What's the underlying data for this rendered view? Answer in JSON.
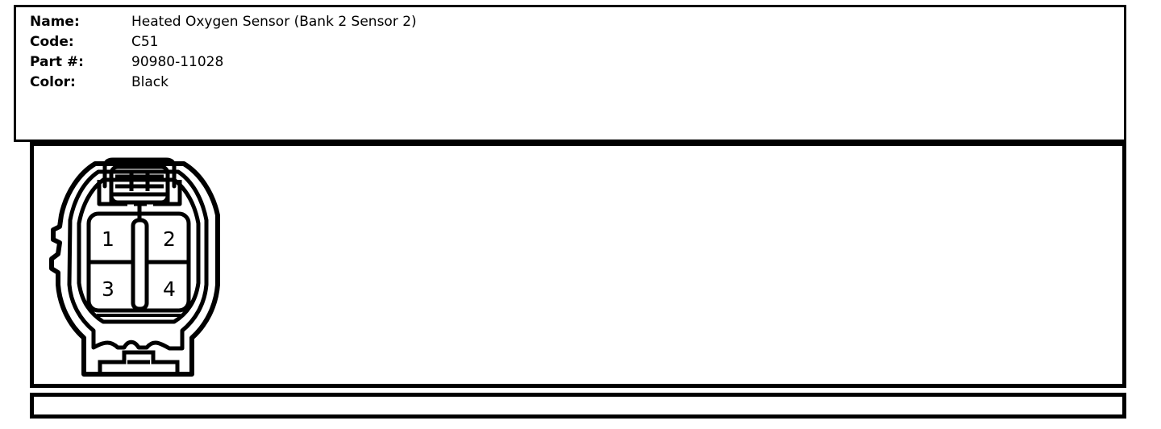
{
  "header": {
    "rows": [
      {
        "label": "Name:",
        "value": "Heated Oxygen Sensor (Bank 2 Sensor 2)"
      },
      {
        "label": "Code:",
        "value": "C51"
      },
      {
        "label": "Part #:",
        "value": "90980-11028"
      },
      {
        "label": "Color:",
        "value": "Black"
      }
    ]
  },
  "diagram": {
    "type": "connector-face-view",
    "description": "Black 4-way automotive connector, front face view with latch on top",
    "cavity_count": 4,
    "pins": [
      {
        "number": "1",
        "position": "top-left"
      },
      {
        "number": "2",
        "position": "top-right"
      },
      {
        "number": "3",
        "position": "bottom-left"
      },
      {
        "number": "4",
        "position": "bottom-right"
      }
    ],
    "line_color": "#000000",
    "fill_color": "#ffffff"
  },
  "bottom_strip": {
    "content": ""
  }
}
